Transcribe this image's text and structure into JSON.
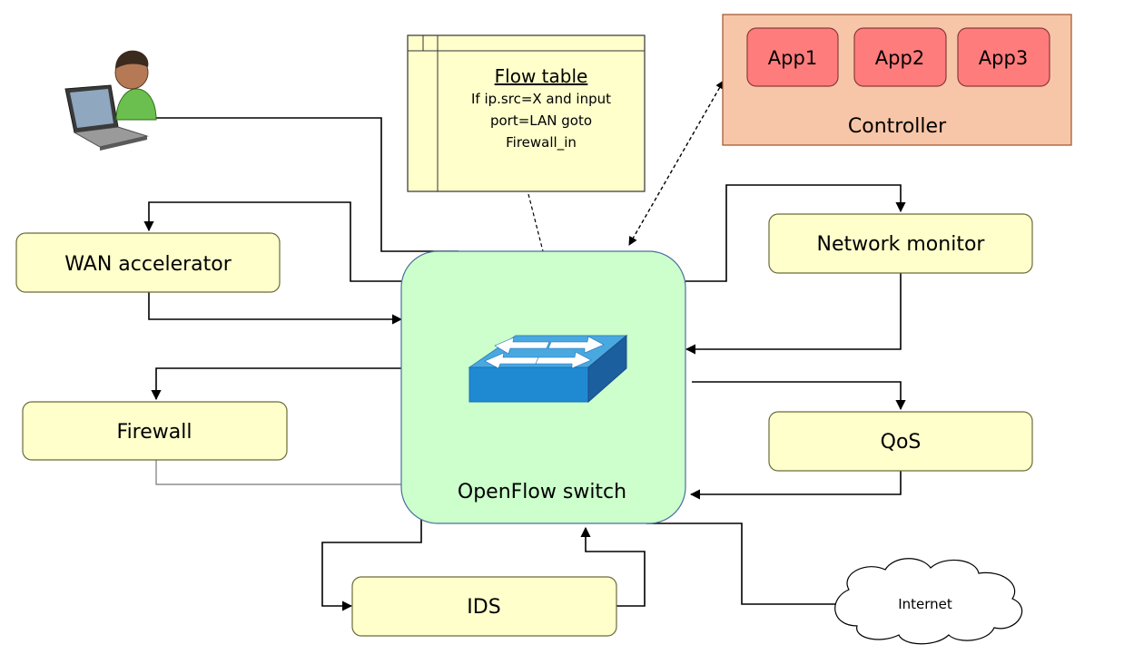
{
  "flow_table": {
    "title": "Flow table",
    "lines": [
      "If ip.src=X and input",
      "port=LAN goto",
      "Firewall_in"
    ]
  },
  "controller": {
    "label": "Controller",
    "apps": [
      "App1",
      "App2",
      "App3"
    ]
  },
  "switch": {
    "label": "OpenFlow switch"
  },
  "boxes": {
    "wan_accelerator": "WAN accelerator",
    "firewall": "Firewall",
    "ids": "IDS",
    "network_monitor": "Network monitor",
    "qos": "QoS"
  },
  "cloud": {
    "label": "Internet"
  },
  "colors": {
    "box_fill": "#FFFFCC",
    "box_stroke": "#6B6B3A",
    "switch_fill": "#CCFFCC",
    "controller_fill": "#F7C6A8",
    "app_fill": "#FF7C7C",
    "switch_icon_top": "#49A8E0",
    "switch_icon_side": "#1C6FB5"
  }
}
